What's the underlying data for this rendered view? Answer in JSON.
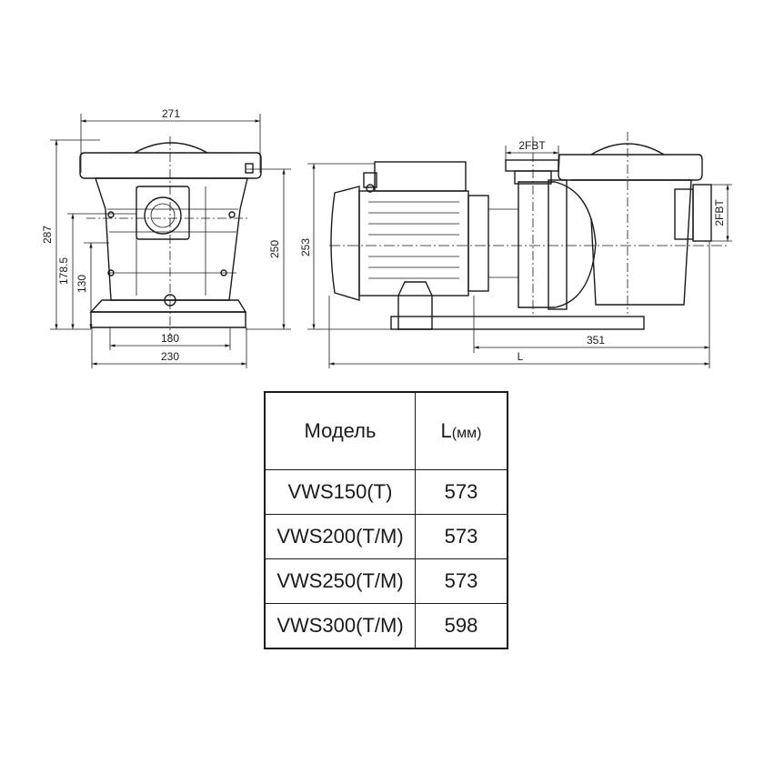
{
  "drawing": {
    "front_view": {
      "dim_top_width": "271",
      "dim_total_height": "287",
      "dim_height_inlet": "178.5",
      "dim_height_base": "130",
      "dim_height_right": "250",
      "dim_base_inner": "180",
      "dim_base_outer": "230"
    },
    "side_view": {
      "dim_height": "253",
      "dim_thread_top": "2FBT",
      "dim_thread_side": "2FBT",
      "dim_to_end": "351",
      "dim_length": "L"
    }
  },
  "table": {
    "header_model": "Модель",
    "header_length": "L",
    "header_unit": "(мм)",
    "rows": [
      {
        "model": "VWS150(T)",
        "length": "573"
      },
      {
        "model": "VWS200(T/M)",
        "length": "573"
      },
      {
        "model": "VWS250(T/M)",
        "length": "573"
      },
      {
        "model": "VWS300(T/M)",
        "length": "598"
      }
    ]
  }
}
